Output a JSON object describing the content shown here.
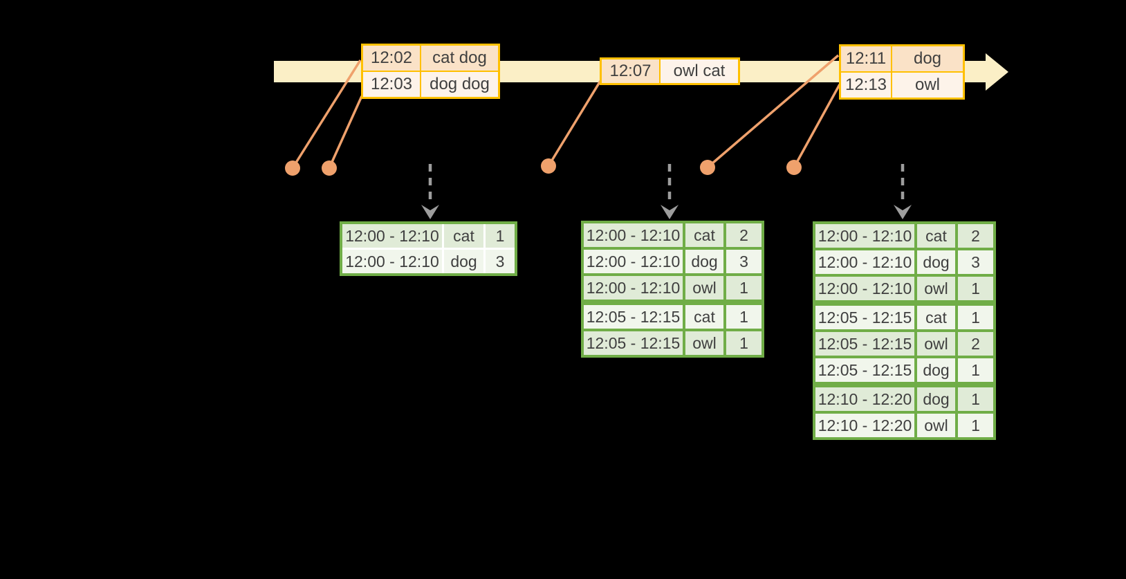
{
  "colors": {
    "background": "#000000",
    "timeline-fill": "#FBEFC6",
    "event-border": "#FFC000",
    "event-row-dark": "#FAE2C7",
    "event-row-light": "#FDF3EA",
    "connector": "#EFA16C",
    "arrow-gray": "#9D9D9D",
    "table-border": "#70AD47",
    "table-row-dark": "#E0EBD7",
    "table-row-light": "#F1F6EC",
    "table1-grid": "#FFFFFF",
    "text": "#3F3F3F"
  },
  "icons": {
    "timeline_arrowhead": "right-pointing-triangle",
    "event_dot": "filled-circle",
    "trigger_arrow": "dashed-down-arrow"
  },
  "event_boxes": [
    {
      "rows": [
        {
          "time": "12:02",
          "value": "cat dog"
        },
        {
          "time": "12:03",
          "value": "dog dog"
        }
      ]
    },
    {
      "rows": [
        {
          "time": "12:07",
          "value": "owl cat"
        }
      ]
    },
    {
      "rows": [
        {
          "time": "12:11",
          "value": "dog"
        },
        {
          "time": "12:13",
          "value": "owl"
        }
      ]
    }
  ],
  "result_tables": [
    {
      "rows": [
        {
          "window": "12:00 - 12:10",
          "word": "cat",
          "count": "1"
        },
        {
          "window": "12:00 - 12:10",
          "word": "dog",
          "count": "3"
        }
      ]
    },
    {
      "rows": [
        {
          "window": "12:00 - 12:10",
          "word": "cat",
          "count": "2"
        },
        {
          "window": "12:00 - 12:10",
          "word": "dog",
          "count": "3"
        },
        {
          "window": "12:00 - 12:10",
          "word": "owl",
          "count": "1"
        },
        {
          "window": "12:05 - 12:15",
          "word": "cat",
          "count": "1"
        },
        {
          "window": "12:05 - 12:15",
          "word": "owl",
          "count": "1"
        }
      ]
    },
    {
      "rows": [
        {
          "window": "12:00 - 12:10",
          "word": "cat",
          "count": "2"
        },
        {
          "window": "12:00 - 12:10",
          "word": "dog",
          "count": "3"
        },
        {
          "window": "12:00 - 12:10",
          "word": "owl",
          "count": "1"
        },
        {
          "window": "12:05 - 12:15",
          "word": "cat",
          "count": "1"
        },
        {
          "window": "12:05 - 12:15",
          "word": "owl",
          "count": "2"
        },
        {
          "window": "12:05 - 12:15",
          "word": "dog",
          "count": "1"
        },
        {
          "window": "12:10 - 12:20",
          "word": "dog",
          "count": "1"
        },
        {
          "window": "12:10 - 12:20",
          "word": "owl",
          "count": "1"
        }
      ]
    }
  ]
}
